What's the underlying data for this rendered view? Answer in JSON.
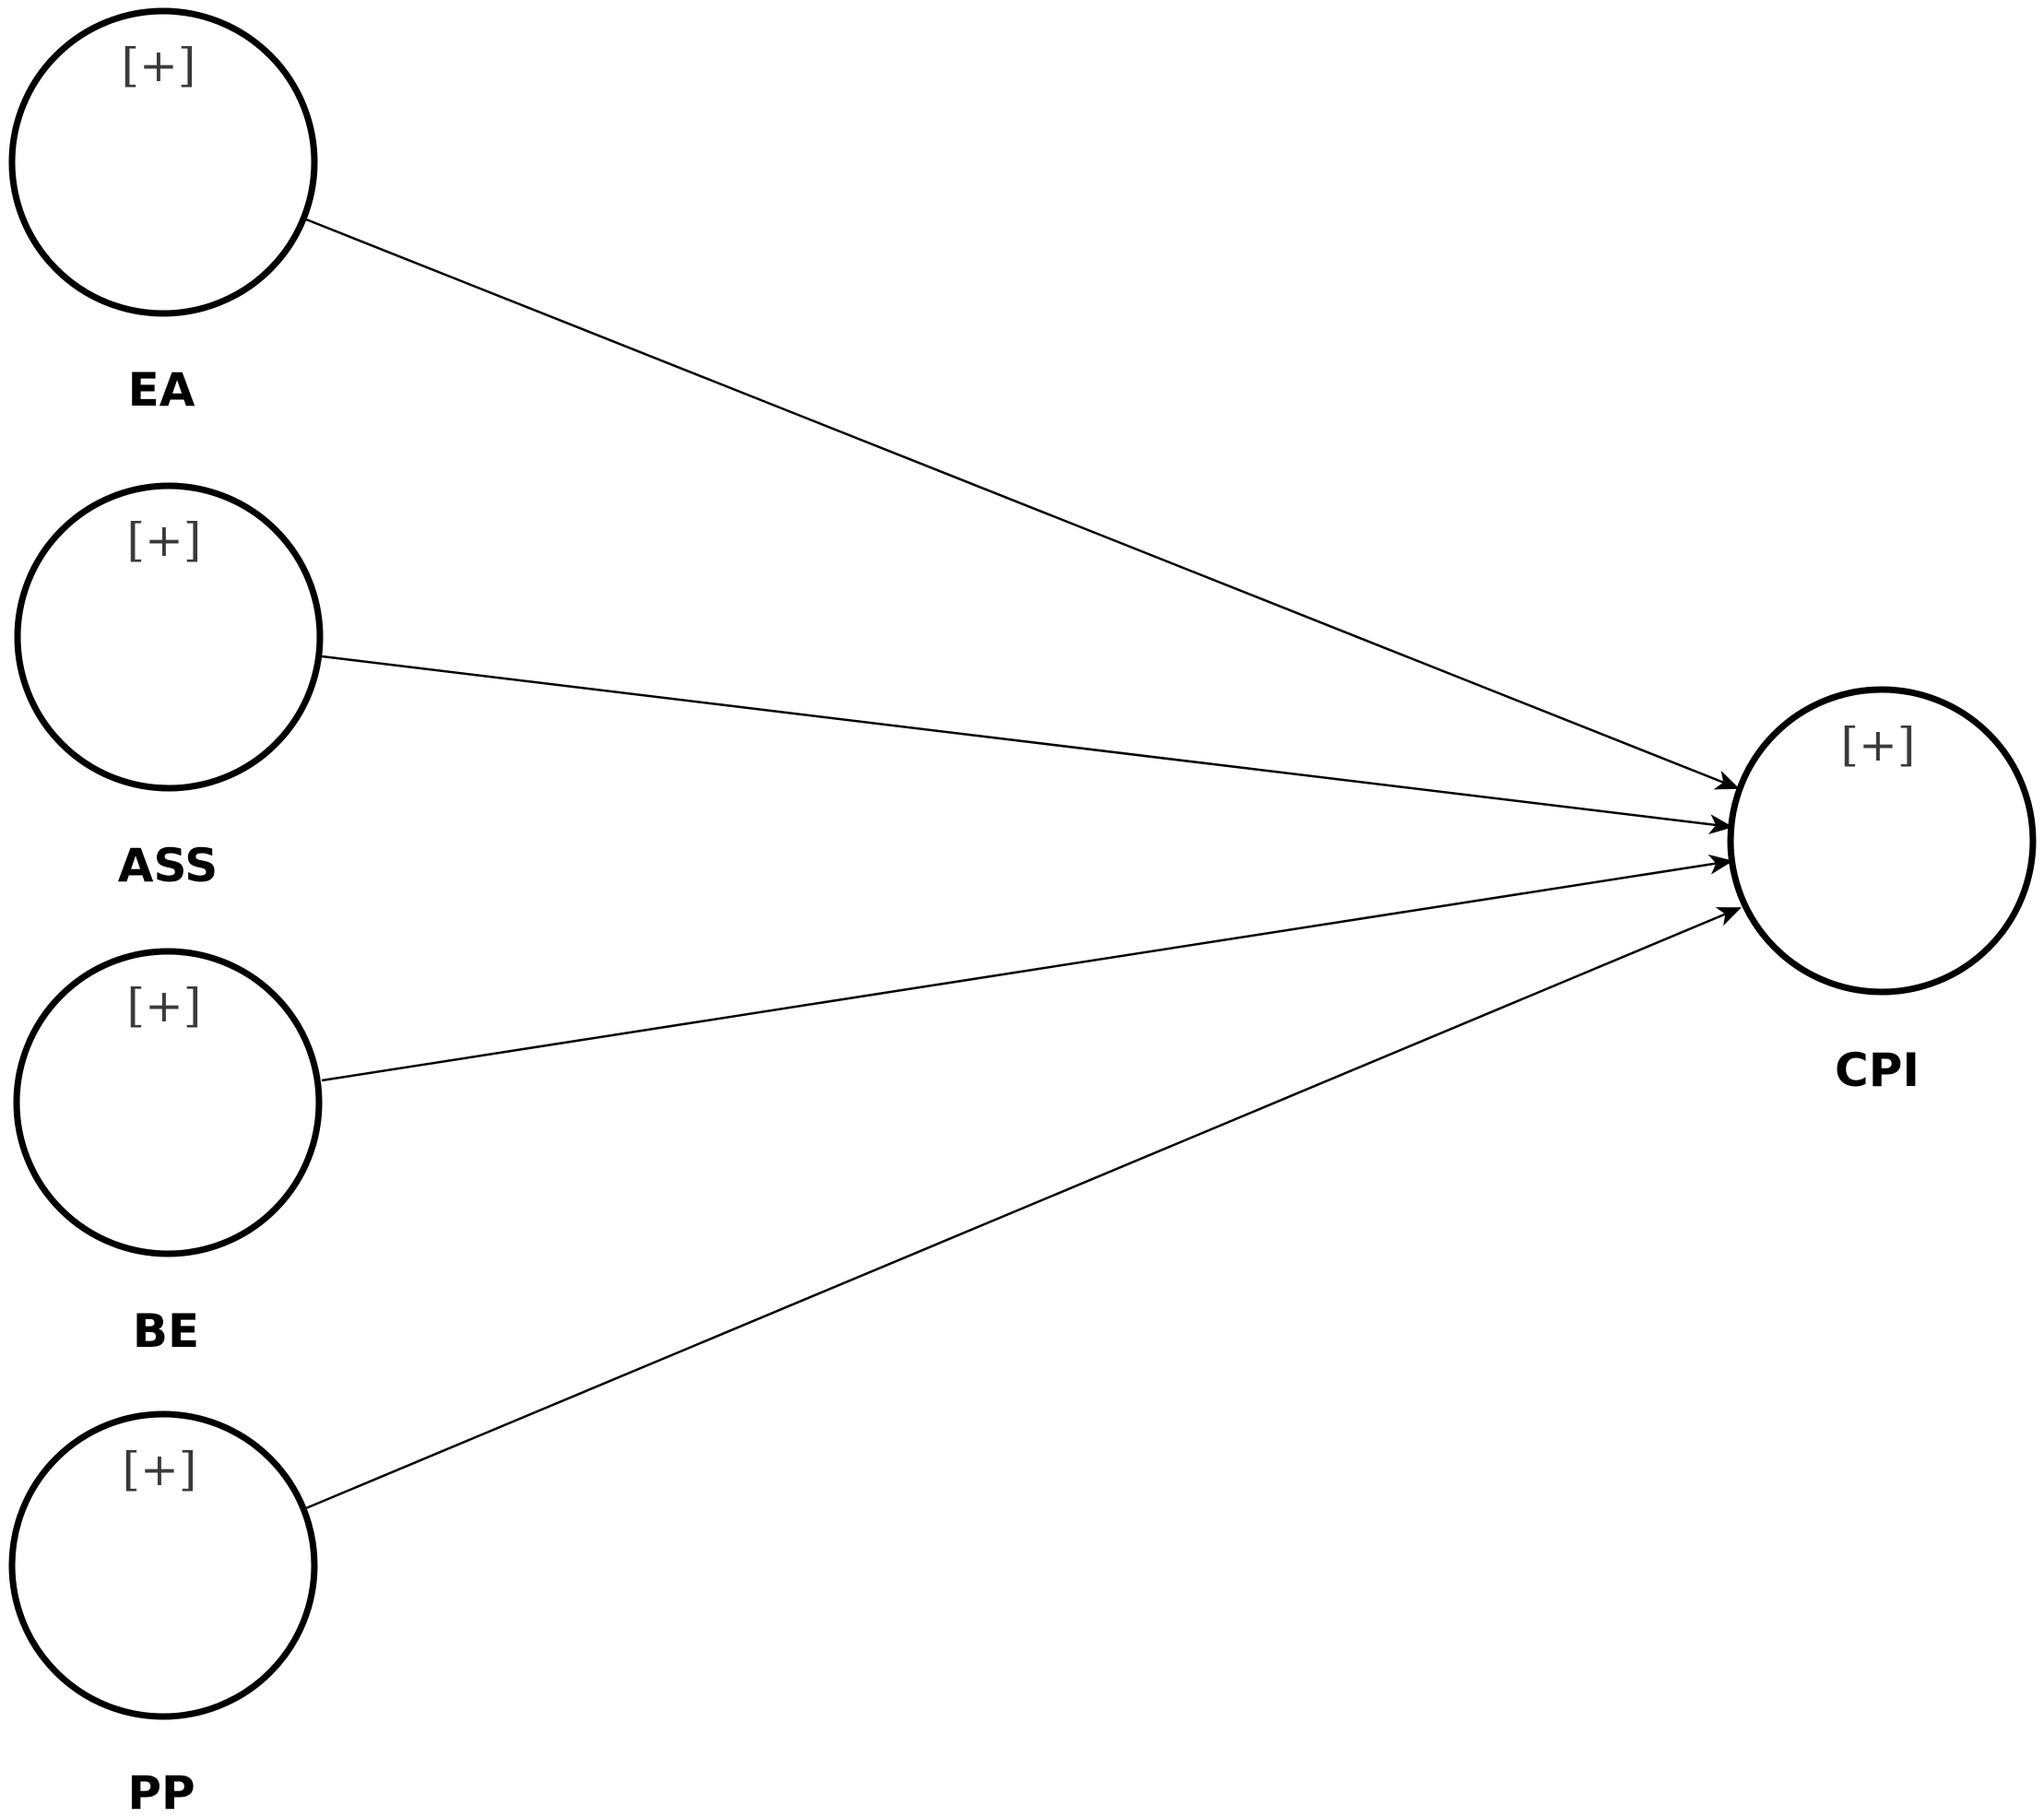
{
  "diagram": {
    "nodes": [
      {
        "id": "ea",
        "label": "EA",
        "marker": "[+]"
      },
      {
        "id": "ass",
        "label": "ASS",
        "marker": "[+]"
      },
      {
        "id": "be",
        "label": "BE",
        "marker": "[+]"
      },
      {
        "id": "pp",
        "label": "PP",
        "marker": "[+]"
      },
      {
        "id": "cpi",
        "label": "CPI",
        "marker": "[+]"
      }
    ],
    "edges": [
      {
        "from": "EA",
        "to": "CPI"
      },
      {
        "from": "ASS",
        "to": "CPI"
      },
      {
        "from": "BE",
        "to": "CPI"
      },
      {
        "from": "PP",
        "to": "CPI"
      }
    ],
    "colors": {
      "stroke": "#000000",
      "background": "#ffffff",
      "marker_text": "#3a3a3a"
    }
  }
}
